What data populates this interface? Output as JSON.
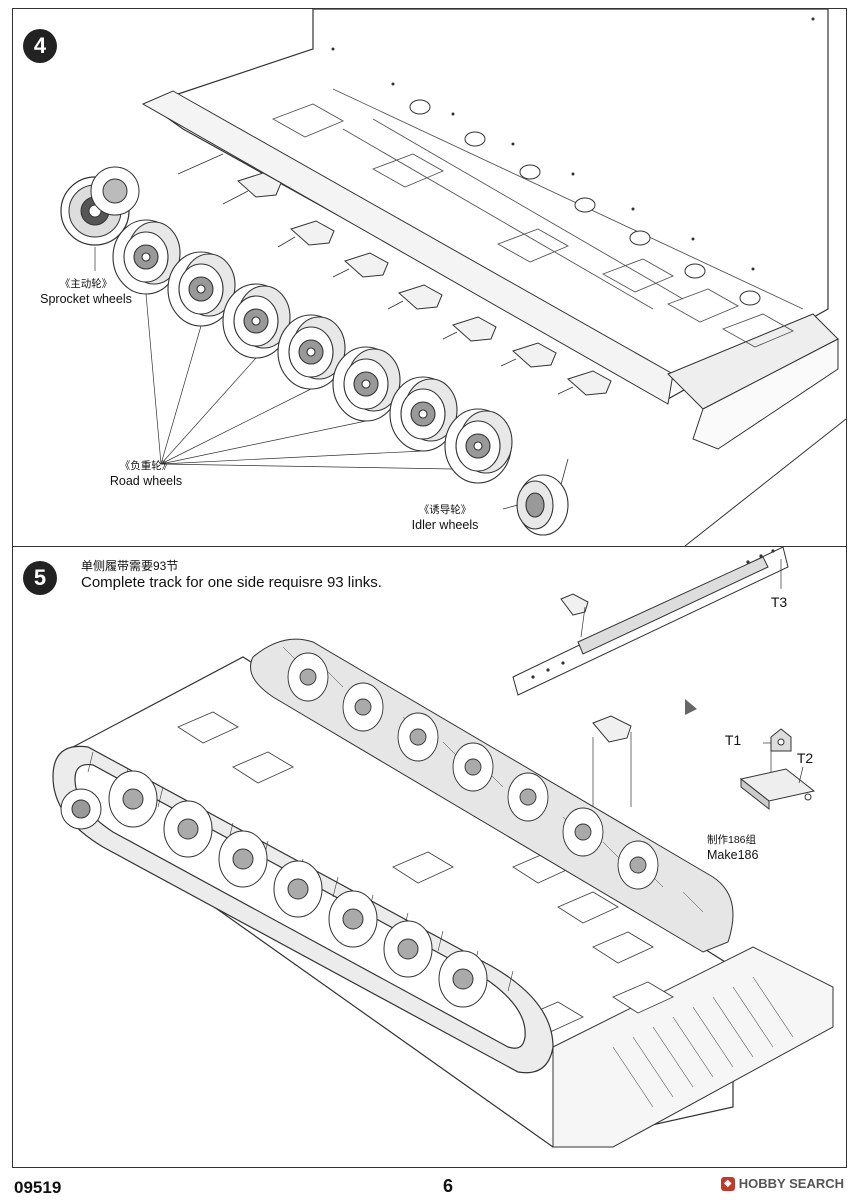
{
  "step4": {
    "number": "4",
    "labels": {
      "sprocket_cn": "《主动轮》",
      "sprocket_en": "Sprocket wheels",
      "road_cn": "《负重轮》",
      "road_en": "Road  wheels",
      "idler_cn": "《诱导轮》",
      "idler_en": "Idler wheels"
    }
  },
  "step5": {
    "number": "5",
    "instruction_cn": "单侧履带需要93节",
    "instruction_en": "Complete track for one side requisre 93 links.",
    "parts": {
      "t1": "T1",
      "t2": "T2",
      "t3": "T3"
    },
    "make_cn": "制作186组",
    "make_en": "Make186"
  },
  "footer": {
    "code": "09519",
    "page": "6",
    "watermark": "HOBBY SEARCH"
  }
}
